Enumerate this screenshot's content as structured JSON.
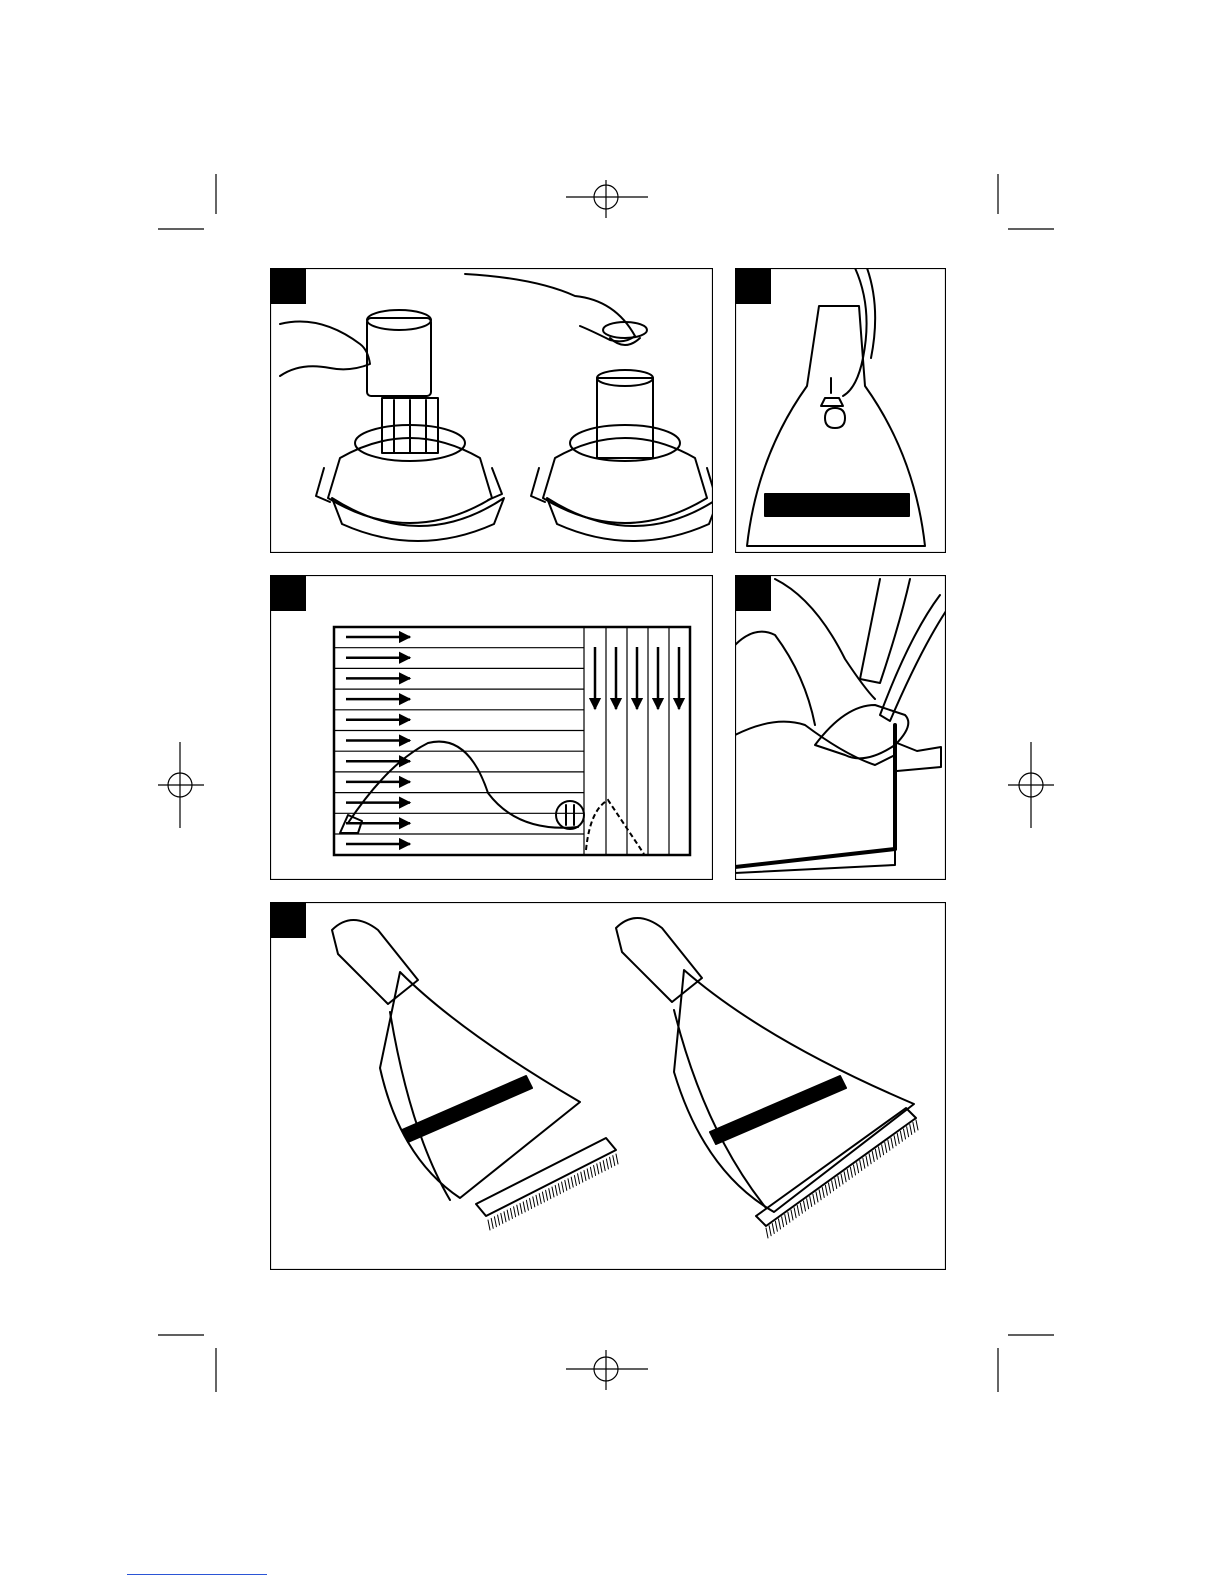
{
  "page": {
    "background": "#ffffff",
    "ink": "#000000"
  },
  "panels": [
    {
      "id": "fig-a",
      "icon": "filter-removal-illustration"
    },
    {
      "id": "fig-b",
      "icon": "nozzle-hose-connection-illustration"
    },
    {
      "id": "fig-c",
      "icon": "cleaning-pattern-diagram"
    },
    {
      "id": "fig-d",
      "icon": "upholstery-cleaning-illustration"
    },
    {
      "id": "fig-e",
      "icon": "squeegee-attachment-illustration"
    }
  ],
  "registration_marks": [
    "crosshair-icon",
    "crop-mark-icon"
  ],
  "footer": {
    "link_color": "#2b55d6"
  }
}
